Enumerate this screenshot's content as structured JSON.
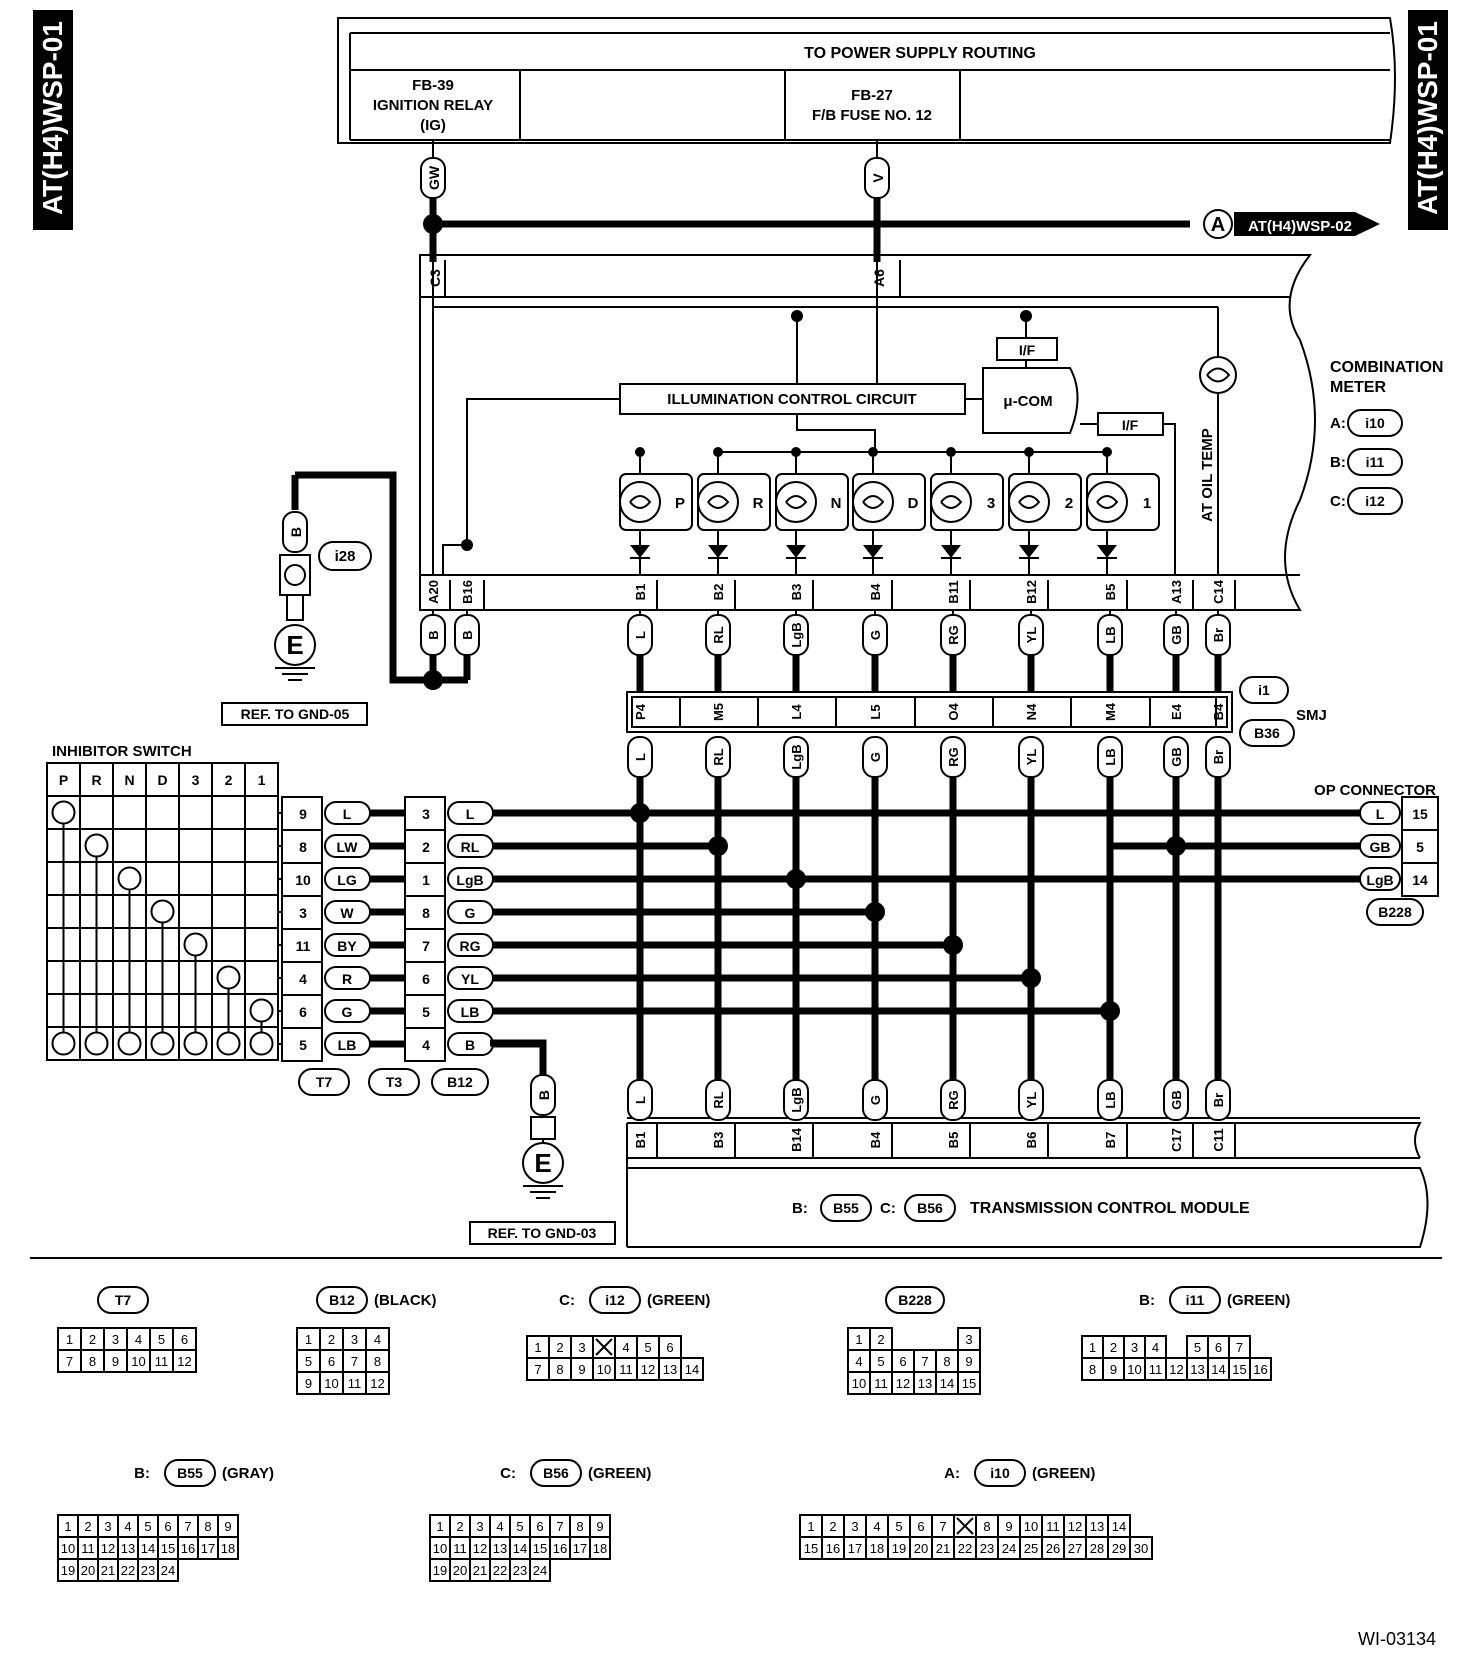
{
  "page_code": "AT(H4)WSP-01",
  "figure_id": "WI-03134",
  "power": {
    "title": "TO POWER SUPPLY ROUTING",
    "ign": [
      "FB-39",
      "IGNITION RELAY",
      "(IG)"
    ],
    "fuse": [
      "FB-27",
      "F/B FUSE NO. 12"
    ]
  },
  "wires_top": {
    "gw": "GW",
    "v": "V"
  },
  "link_a": {
    "letter": "A",
    "text": "AT(H4)WSP-02"
  },
  "meter": {
    "title": [
      "COMBINATION",
      "METER"
    ],
    "pins_top": [
      "C3",
      "A6"
    ],
    "illum": "ILLUMINATION CONTROL CIRCUIT",
    "ucom": "μ-COM",
    "if_label": "I/F",
    "oil_temp": "AT OIL TEMP",
    "conn_refs": [
      {
        "p": "A:",
        "c": "i10"
      },
      {
        "p": "B:",
        "c": "i11"
      },
      {
        "p": "C:",
        "c": "i12"
      }
    ]
  },
  "gnd": {
    "wire": "B",
    "conn": "i28",
    "sym": "E",
    "ref1": "REF. TO GND-05",
    "ref2": "REF. TO GND-03"
  },
  "lamps": [
    "P",
    "R",
    "N",
    "D",
    "3",
    "2",
    "1"
  ],
  "meter_pins": [
    "A20",
    "B16",
    "B1",
    "B2",
    "B3",
    "B4",
    "B11",
    "B12",
    "B5",
    "A13",
    "C14"
  ],
  "meter_wires": [
    "B",
    "B",
    "L",
    "RL",
    "LgB",
    "G",
    "RG",
    "YL",
    "LB",
    "GB",
    "Br"
  ],
  "smj": {
    "pins": [
      "P4",
      "M5",
      "L4",
      "L5",
      "O4",
      "N4",
      "M4",
      "E4",
      "B4"
    ],
    "refs": [
      "i1",
      "B36"
    ],
    "label": "SMJ"
  },
  "mid_wires": [
    "L",
    "RL",
    "LgB",
    "G",
    "RG",
    "YL",
    "LB",
    "GB",
    "Br"
  ],
  "inhibitor": {
    "title": "INHIBITOR SWITCH",
    "cols": [
      "P",
      "R",
      "N",
      "D",
      "3",
      "2",
      "1"
    ],
    "t7_pins": [
      "9",
      "8",
      "10",
      "3",
      "11",
      "4",
      "6",
      "5"
    ],
    "t7_wires": [
      "L",
      "LW",
      "LG",
      "W",
      "BY",
      "R",
      "G",
      "LB"
    ],
    "b12_pins": [
      "3",
      "2",
      "1",
      "8",
      "7",
      "6",
      "5",
      "4"
    ],
    "b12_wires": [
      "L",
      "RL",
      "LgB",
      "G",
      "RG",
      "YL",
      "LB",
      "B"
    ],
    "conns": [
      "T7",
      "T3",
      "B12"
    ]
  },
  "op": {
    "title": "OP CONNECTOR",
    "wires": [
      "L",
      "GB",
      "LgB"
    ],
    "pins": [
      "15",
      "5",
      "14"
    ],
    "conn": "B228"
  },
  "tcm": {
    "pins": [
      "B1",
      "B3",
      "B14",
      "B4",
      "B5",
      "B6",
      "B7",
      "C17",
      "C11"
    ],
    "wires": [
      "L",
      "RL",
      "LgB",
      "G",
      "RG",
      "YL",
      "LB",
      "GB",
      "Br"
    ],
    "label": "TRANSMISSION CONTROL MODULE",
    "b_pref": "B:",
    "b_conn": "B55",
    "c_pref": "C:",
    "c_conn": "B56"
  },
  "connectors": [
    {
      "prefix": "",
      "name": "T7",
      "color": "",
      "rows": [
        [
          "1",
          "2",
          "3",
          "4",
          "5",
          "6"
        ],
        [
          "7",
          "8",
          "9",
          "10",
          "11",
          "12"
        ]
      ]
    },
    {
      "prefix": "",
      "name": "B12",
      "color": "(BLACK)",
      "rows": [
        [
          "1",
          "2",
          "3",
          "4"
        ],
        [
          "5",
          "6",
          "7",
          "8"
        ],
        [
          "9",
          "10",
          "11",
          "12"
        ]
      ]
    },
    {
      "prefix": "C:",
      "name": "i12",
      "color": "(GREEN)",
      "rows": [
        [
          "1",
          "2",
          "3",
          "",
          "4",
          "5",
          "6"
        ],
        [
          "7",
          "8",
          "9",
          "10",
          "11",
          "12",
          "13",
          "14"
        ]
      ]
    },
    {
      "prefix": "",
      "name": "B228",
      "color": "",
      "rows": [
        [
          "1",
          "2",
          "",
          "",
          "",
          "3"
        ],
        [
          "4",
          "5",
          "6",
          "7",
          "8",
          "9"
        ],
        [
          "10",
          "11",
          "12",
          "13",
          "14",
          "15"
        ]
      ]
    },
    {
      "prefix": "B:",
      "name": "i11",
      "color": "(GREEN)",
      "rows": [
        [
          "1",
          "2",
          "3",
          "4",
          "",
          "5",
          "6",
          "7"
        ],
        [
          "8",
          "9",
          "10",
          "11",
          "12",
          "13",
          "14",
          "15",
          "16"
        ]
      ]
    },
    {
      "prefix": "B:",
      "name": "B55",
      "color": "(GRAY)",
      "rows": [
        [
          "1",
          "2",
          "3",
          "4",
          "5",
          "6",
          "7",
          "8",
          "9"
        ],
        [
          "10",
          "11",
          "12",
          "13",
          "14",
          "15",
          "16",
          "17",
          "18"
        ],
        [
          "19",
          "20",
          "21",
          "22",
          "23",
          "24"
        ]
      ]
    },
    {
      "prefix": "C:",
      "name": "B56",
      "color": "(GREEN)",
      "rows": [
        [
          "1",
          "2",
          "3",
          "4",
          "5",
          "6",
          "7",
          "8",
          "9"
        ],
        [
          "10",
          "11",
          "12",
          "13",
          "14",
          "15",
          "16",
          "17",
          "18"
        ],
        [
          "19",
          "20",
          "21",
          "22",
          "23",
          "24"
        ]
      ]
    },
    {
      "prefix": "A:",
      "name": "i10",
      "color": "(GREEN)",
      "rows": [
        [
          "1",
          "2",
          "3",
          "4",
          "5",
          "6",
          "7",
          "",
          "8",
          "9",
          "10",
          "11",
          "12",
          "13",
          "14"
        ],
        [
          "15",
          "16",
          "17",
          "18",
          "19",
          "20",
          "21",
          "22",
          "23",
          "24",
          "25",
          "26",
          "27",
          "28",
          "29",
          "30"
        ]
      ]
    }
  ]
}
